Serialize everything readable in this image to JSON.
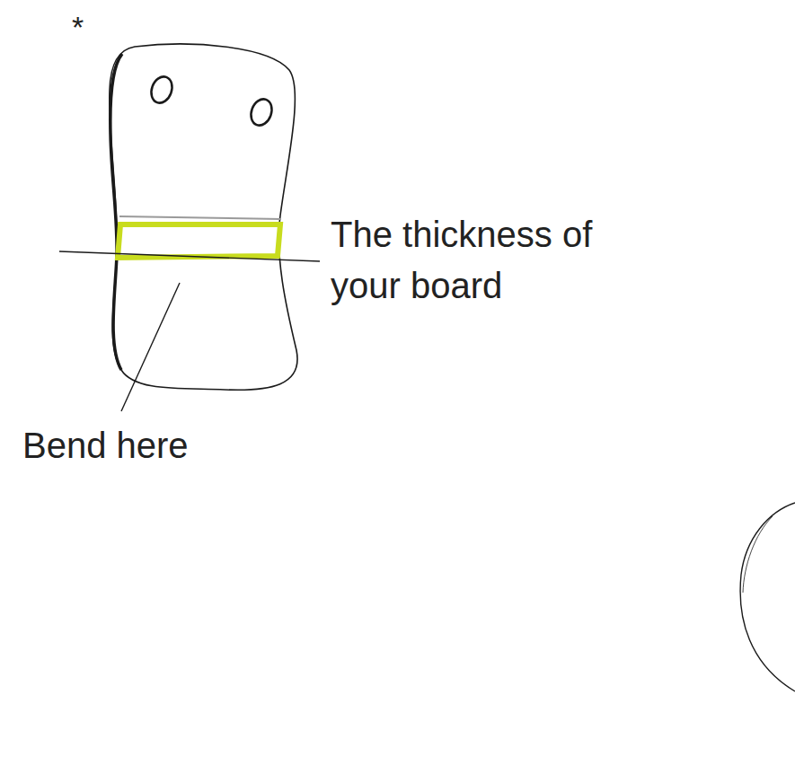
{
  "diagram": {
    "labels": [
      "*",
      "The thickness of your board",
      "Bend here"
    ]
  }
}
